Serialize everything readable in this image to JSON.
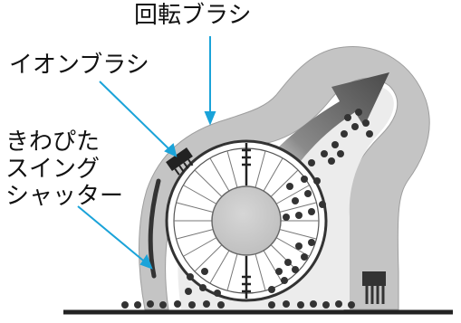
{
  "labels": {
    "rotary_brush": "回転ブラシ",
    "ion_brush": "イオンブラシ",
    "swing_shutter_line1": "きわぴた",
    "swing_shutter_line2": "スイング",
    "swing_shutter_line3": "シャッター"
  },
  "colors": {
    "leader_line": "#1aa3d9",
    "housing": "#bdbdbd",
    "duct": "#e6e6e6",
    "arrow": "#5a5a5a",
    "dust": "#333333",
    "floor": "#222222"
  }
}
